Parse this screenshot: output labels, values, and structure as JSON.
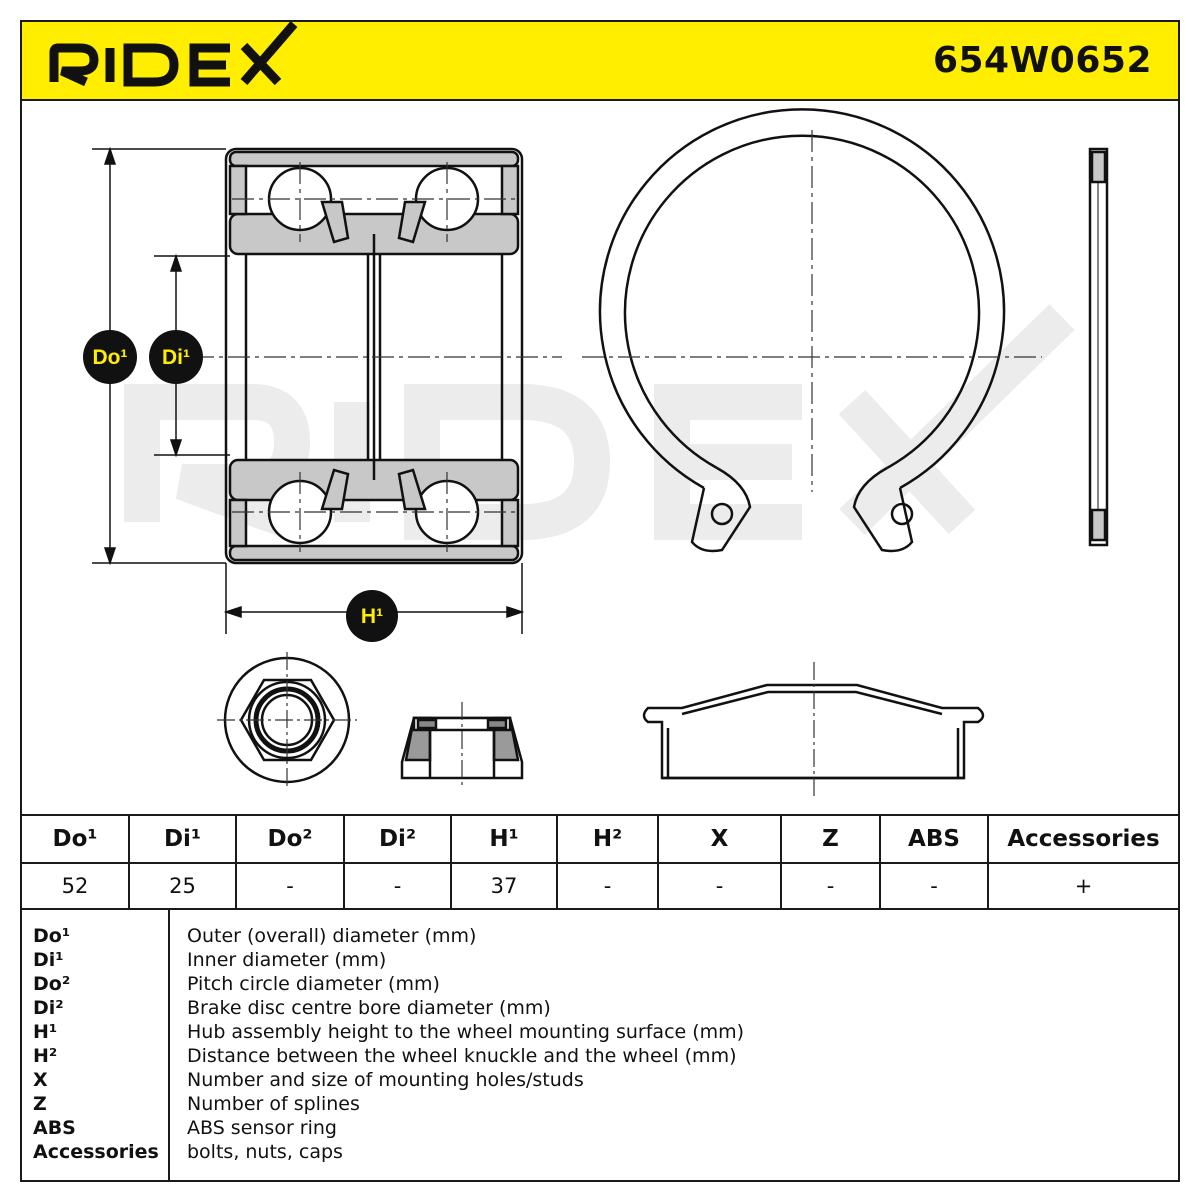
{
  "brand": {
    "logo_text": "RIDEX",
    "accent_color": "#ffee00",
    "part_number": "654W0652"
  },
  "drawing": {
    "labels": {
      "do1": "Do¹",
      "di1": "Di¹",
      "h1": "H¹"
    },
    "watermark_text": "RIDEX"
  },
  "spec_table": {
    "headers": [
      "Do¹",
      "Di¹",
      "Do²",
      "Di²",
      "H¹",
      "H²",
      "X",
      "Z",
      "ABS",
      "Accessories"
    ],
    "values": [
      "52",
      "25",
      "-",
      "-",
      "37",
      "-",
      "-",
      "-",
      "-",
      "+"
    ]
  },
  "legend": [
    {
      "key": "Do¹",
      "desc": "Outer (overall) diameter (mm)"
    },
    {
      "key": "Di¹",
      "desc": "Inner diameter (mm)"
    },
    {
      "key": "Do²",
      "desc": "Pitch circle diameter (mm)"
    },
    {
      "key": "Di²",
      "desc": "Brake disc centre bore diameter (mm)"
    },
    {
      "key": "H¹",
      "desc": "Hub assembly height to the wheel mounting surface (mm)"
    },
    {
      "key": "H²",
      "desc": "Distance between the wheel knuckle and the wheel (mm)"
    },
    {
      "key": "X",
      "desc": "Number and size of mounting holes/studs"
    },
    {
      "key": "Z",
      "desc": "Number of splines"
    },
    {
      "key": "ABS",
      "desc": "ABS sensor ring"
    },
    {
      "key": "Accessories",
      "desc": "bolts, nuts, caps"
    }
  ]
}
